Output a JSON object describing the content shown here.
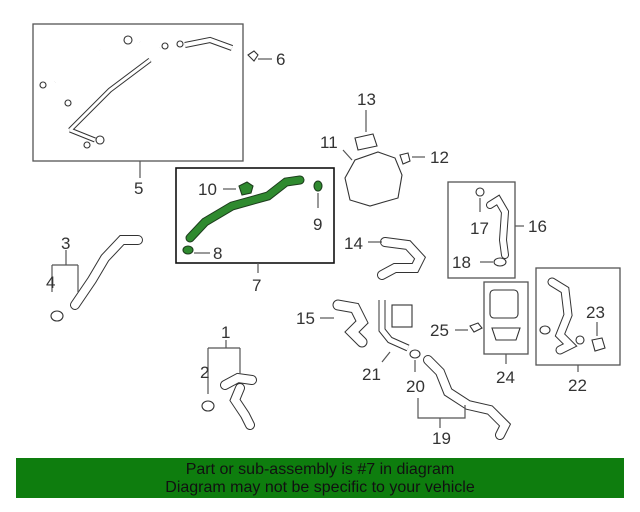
{
  "banner": {
    "line1": "Part or sub-assembly is #7 in diagram",
    "line2": "Diagram may not be specific to your vehicle"
  },
  "highlight_color": "#2f8a2f",
  "banner_color": "#0e7d0e",
  "callouts": {
    "c1": "1",
    "c2": "2",
    "c3": "3",
    "c4": "4",
    "c5": "5",
    "c6": "6",
    "c7": "7",
    "c8": "8",
    "c9": "9",
    "c10": "10",
    "c11": "11",
    "c12": "12",
    "c13": "13",
    "c14": "14",
    "c15": "15",
    "c16": "16",
    "c17": "17",
    "c18": "18",
    "c19": "19",
    "c20": "20",
    "c21": "21",
    "c22": "22",
    "c23": "23",
    "c24": "24",
    "c25": "25"
  }
}
